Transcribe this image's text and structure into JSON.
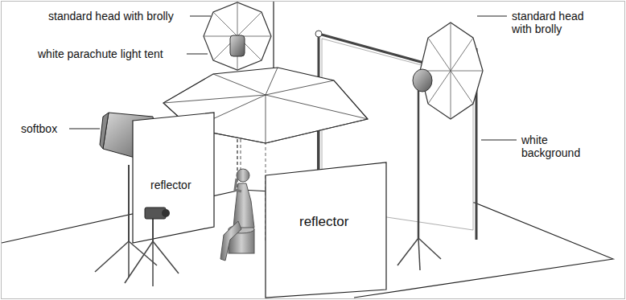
{
  "diagram": {
    "labels": [
      "standard head with brolly",
      "white parachute light tent",
      "softbox",
      "reflector",
      "reflector",
      "standard head with brolly",
      "white background"
    ]
  }
}
